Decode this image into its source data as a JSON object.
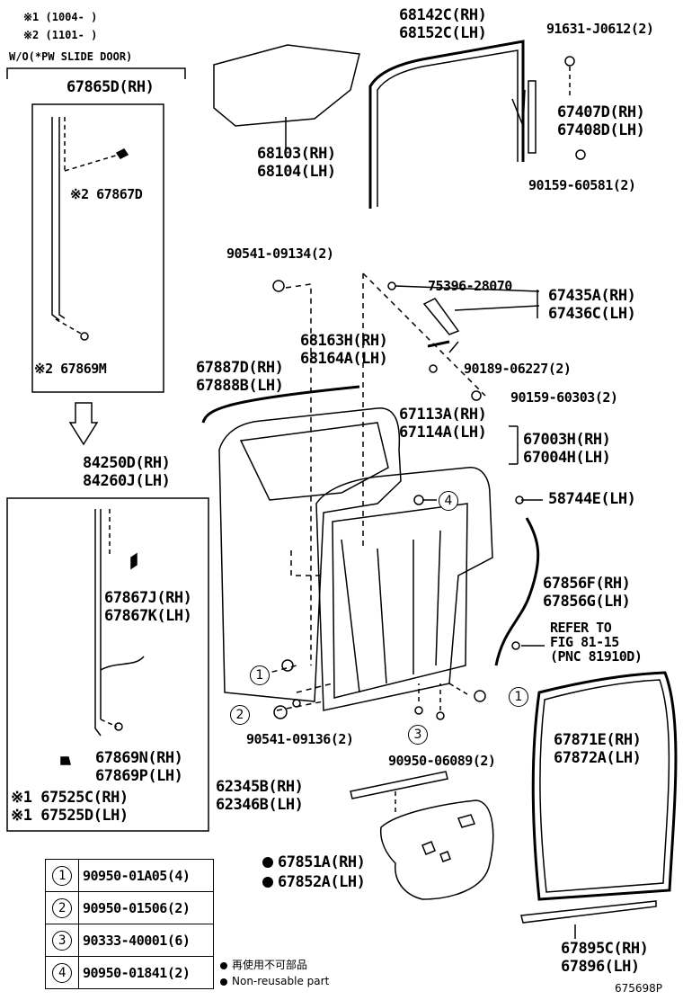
{
  "notes": {
    "note1": "※1 (1004-      )",
    "note2": "※2 (1101-      )",
    "group_title": "W/O(*PW SLIDE DOOR)"
  },
  "parts": {
    "p67865d": "67865D(RH)",
    "p67867d": "※2 67867D",
    "p67869m": "※2 67869M",
    "p84250d": "84250D(RH)",
    "p84260j": "84260J(LH)",
    "p67867j": "67867J(RH)",
    "p67867k": "67867K(LH)",
    "p67869n": "67869N(RH)",
    "p67869p": "67869P(LH)",
    "p67525c": "※1 67525C(RH)",
    "p67525d": "※1 67525D(LH)",
    "p68142c": "68142C(RH)",
    "p68152c": "68152C(LH)",
    "p91631": "91631-J0612(2)",
    "p68103": "68103(RH)",
    "p68104": "68104(LH)",
    "p67407d": "67407D(RH)",
    "p67408d": "67408D(LH)",
    "p90159_60581": "90159-60581(2)",
    "p90541_09134": "90541-09134(2)",
    "p75396": "75396-28070",
    "p67435a": "67435A(RH)",
    "p67436c": "67436C(LH)",
    "p68163h": "68163H(RH)",
    "p68164a": "68164A(LH)",
    "p90189": "90189-06227(2)",
    "p67887d": "67887D(RH)",
    "p67888b": "67888B(LH)",
    "p90159_60303": "90159-60303(2)",
    "p67113a": "67113A(RH)",
    "p67114a": "67114A(LH)",
    "p67003h": "67003H(RH)",
    "p67004h": "67004H(LH)",
    "p58744e": "58744E(LH)",
    "p67856f": "67856F(RH)",
    "p67856g": "67856G(LH)",
    "refer1": "REFER TO",
    "refer2": "FIG 81-15",
    "refer3": "(PNC 81910D)",
    "p67871e": "67871E(RH)",
    "p67872a": "67872A(LH)",
    "p90541_09136": "90541-09136(2)",
    "p90950_06089": "90950-06089(2)",
    "p62345b": "62345B(RH)",
    "p62346b": "62346B(LH)",
    "p67851a": "67851A(RH)",
    "p67852a": "67852A(LH)",
    "p67895c": "67895C(RH)",
    "p67896": "67896(LH)"
  },
  "callouts": [
    "1",
    "2",
    "3",
    "4"
  ],
  "common_parts": [
    {
      "num": "1",
      "part": "90950-01A05(4)"
    },
    {
      "num": "2",
      "part": "90950-01506(2)"
    },
    {
      "num": "3",
      "part": "90333-40001(6)"
    },
    {
      "num": "4",
      "part": "90950-01841(2)"
    }
  ],
  "legend": {
    "jp": "再使用不可部品",
    "en": "Non-reusable part"
  },
  "figure_id": "675698P"
}
